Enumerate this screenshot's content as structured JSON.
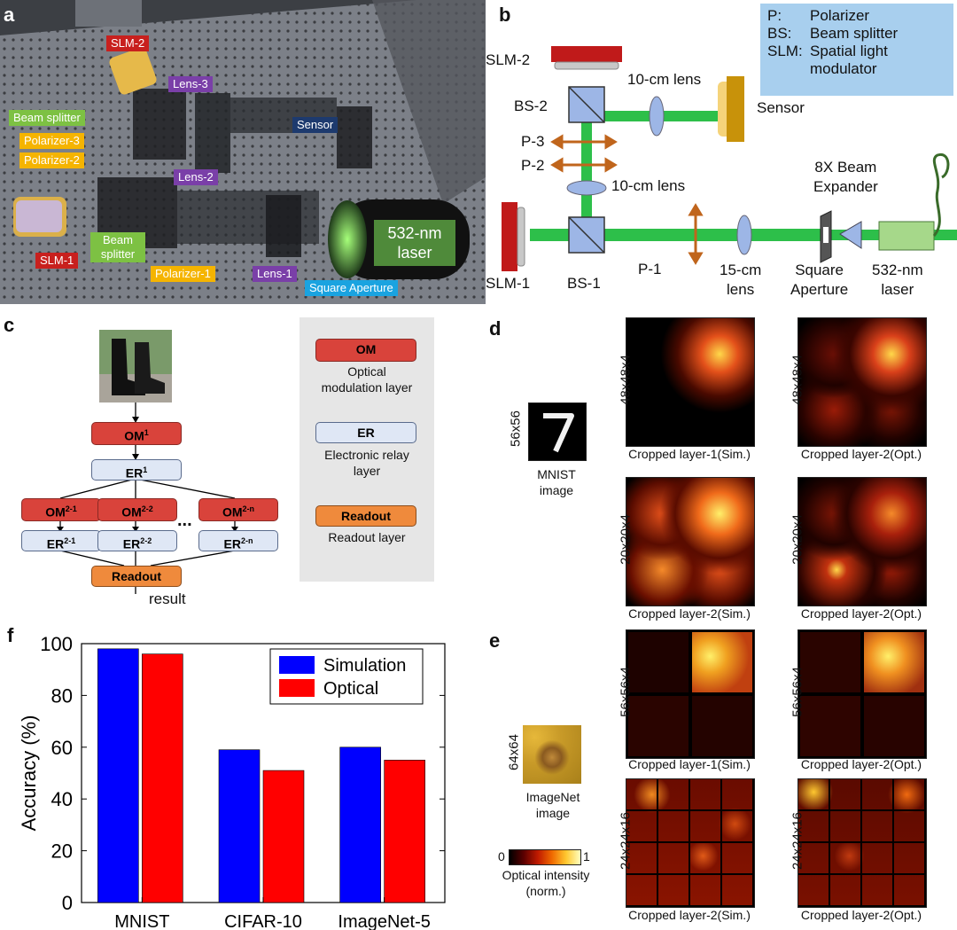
{
  "panels": {
    "a": "a",
    "b": "b",
    "c": "c",
    "d": "d",
    "e": "e",
    "f": "f"
  },
  "panel_a": {
    "labels": {
      "slm2": "SLM-2",
      "lens3": "Lens-3",
      "beam_splitter_top": "Beam splitter",
      "polarizer3": "Polarizer-3",
      "polarizer2": "Polarizer-2",
      "sensor": "Sensor",
      "lens2": "Lens-2",
      "laser": "532-nm laser",
      "slm1": "SLM-1",
      "beam_splitter_bottom": "Beam splitter",
      "polarizer1": "Polarizer-1",
      "lens1": "Lens-1",
      "square_aperture": "Square Aperture"
    },
    "colors": {
      "slm": "#c8201e",
      "lens": "#7a3fa8",
      "beam_splitter": "#7dc143",
      "polarizer": "#f5b400",
      "sensor": "#1d3a6e",
      "laser": "#4f8a3a",
      "aperture": "#1aa3e0"
    }
  },
  "panel_b": {
    "legend": [
      {
        "abbr": "P:",
        "desc": "Polarizer"
      },
      {
        "abbr": "BS:",
        "desc": "Beam splitter"
      },
      {
        "abbr": "SLM:",
        "desc": "Spatial light"
      },
      {
        "abbr": "",
        "desc": "modulator"
      }
    ],
    "labels": {
      "slm2": "SLM-2",
      "lens10_top": "10-cm lens",
      "bs2": "BS-2",
      "sensor": "Sensor",
      "p3": "P-3",
      "p2": "P-2",
      "lens10_mid": "10-cm lens",
      "expander_l1": "8X Beam",
      "expander_l2": "Expander",
      "slm1": "SLM-1",
      "bs1": "BS-1",
      "p1": "P-1",
      "lens15_l1": "15-cm",
      "lens15_l2": "lens",
      "aperture_l1": "Square",
      "aperture_l2": "Aperture",
      "laser_l1": "532-nm",
      "laser_l2": "laser"
    },
    "colors": {
      "beam": "#2dbf4a",
      "legend_bg": "#a8cfee",
      "slm": "#c01a1a",
      "sensor": "#c8920a",
      "lens": "#9db6e6",
      "polarizer": "#c0651c",
      "laser": "#a6d88a"
    }
  },
  "panel_c": {
    "om1": "OM",
    "om1_sup": "1",
    "er1": "ER",
    "er1_sup": "1",
    "om21": "OM",
    "om21_sup": "2-1",
    "om22": "OM",
    "om22_sup": "2-2",
    "om2n": "OM",
    "om2n_sup": "2-n",
    "er21": "ER",
    "er21_sup": "2-1",
    "er22": "ER",
    "er22_sup": "2-2",
    "er2n": "ER",
    "er2n_sup": "2-n",
    "ellipsis": "...",
    "readout": "Readout",
    "result": "result",
    "legend": {
      "om_box": "OM",
      "om_desc_l1": "Optical",
      "om_desc_l2": "modulation layer",
      "er_box": "ER",
      "er_desc_l1": "Electronic relay",
      "er_desc_l2": "layer",
      "ro_box": "Readout",
      "ro_desc": "Readout layer"
    }
  },
  "panel_d": {
    "input_size": "56x56",
    "input_cap_l1": "MNIST",
    "input_cap_l2": "image",
    "size_top_left": "48x48x4",
    "size_top_right": "48x48x4",
    "size_bot_left": "20x20x4",
    "size_bot_right": "20x20x4",
    "cap_top_left": "Cropped layer-1(Sim.)",
    "cap_top_right": "Cropped layer-2(Opt.)",
    "cap_bot_left": "Cropped layer-2(Sim.)",
    "cap_bot_right": "Cropped layer-2(Opt.)"
  },
  "panel_e": {
    "input_size": "64x64",
    "input_cap_l1": "ImageNet",
    "input_cap_l2": "image",
    "cbar_min": "0",
    "cbar_max": "1",
    "cbar_label_l1": "Optical intensity",
    "cbar_label_l2": "(norm.)",
    "size_top_left": "56x56x4",
    "size_top_right": "56x56x4",
    "size_bot_left": "24x24x16",
    "size_bot_right": "24x24x16",
    "cap_top_left": "Cropped layer-1(Sim.)",
    "cap_top_right": "Cropped layer-2(Opt.)",
    "cap_bot_left": "Cropped layer-2(Sim.)",
    "cap_bot_right": "Cropped layer-2(Opt.)"
  },
  "chart_data": {
    "type": "bar",
    "categories": [
      "MNIST",
      "CIFAR-10",
      "ImageNet-5"
    ],
    "series": [
      {
        "name": "Simulation",
        "values": [
          98,
          59,
          60
        ],
        "color": "#0000ff"
      },
      {
        "name": "Optical",
        "values": [
          96,
          51,
          55
        ],
        "color": "#ff0000"
      }
    ],
    "ylabel": "Accuracy (%)",
    "xlabel": "",
    "ylim": [
      0,
      100
    ],
    "yticks": [
      0,
      20,
      40,
      60,
      80,
      100
    ],
    "legend_position": "top-right",
    "grid": false
  }
}
